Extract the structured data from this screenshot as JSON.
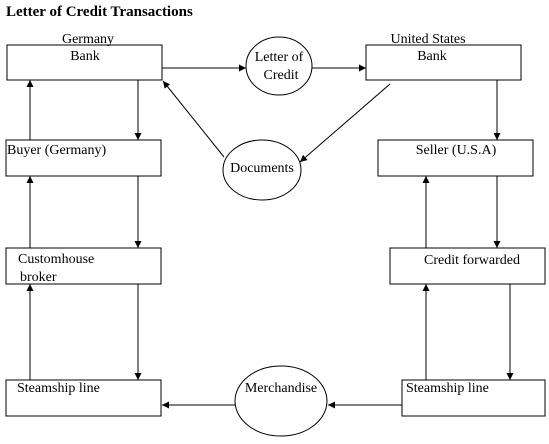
{
  "title": "Letter of Credit Transactions",
  "boxes": {
    "germany_bank": {
      "line1": "Germany",
      "line2": "Bank"
    },
    "us_bank": {
      "line1": "United States",
      "line2": "Bank"
    },
    "buyer": {
      "label": "Buyer (Germany)"
    },
    "seller": {
      "label": "Seller (U.S.A)"
    },
    "customhouse": {
      "line1": "Customhouse",
      "line2": "broker"
    },
    "credit_forwarded": {
      "label": "Credit forwarded"
    },
    "steamship_left": {
      "label": "Steamship line"
    },
    "steamship_right": {
      "label": "Steamship line"
    }
  },
  "ovals": {
    "letter_of_credit": {
      "line1": "Letter of",
      "line2": "Credit"
    },
    "documents": {
      "label": "Documents"
    },
    "merchandise": {
      "label": "Merchandise"
    }
  }
}
